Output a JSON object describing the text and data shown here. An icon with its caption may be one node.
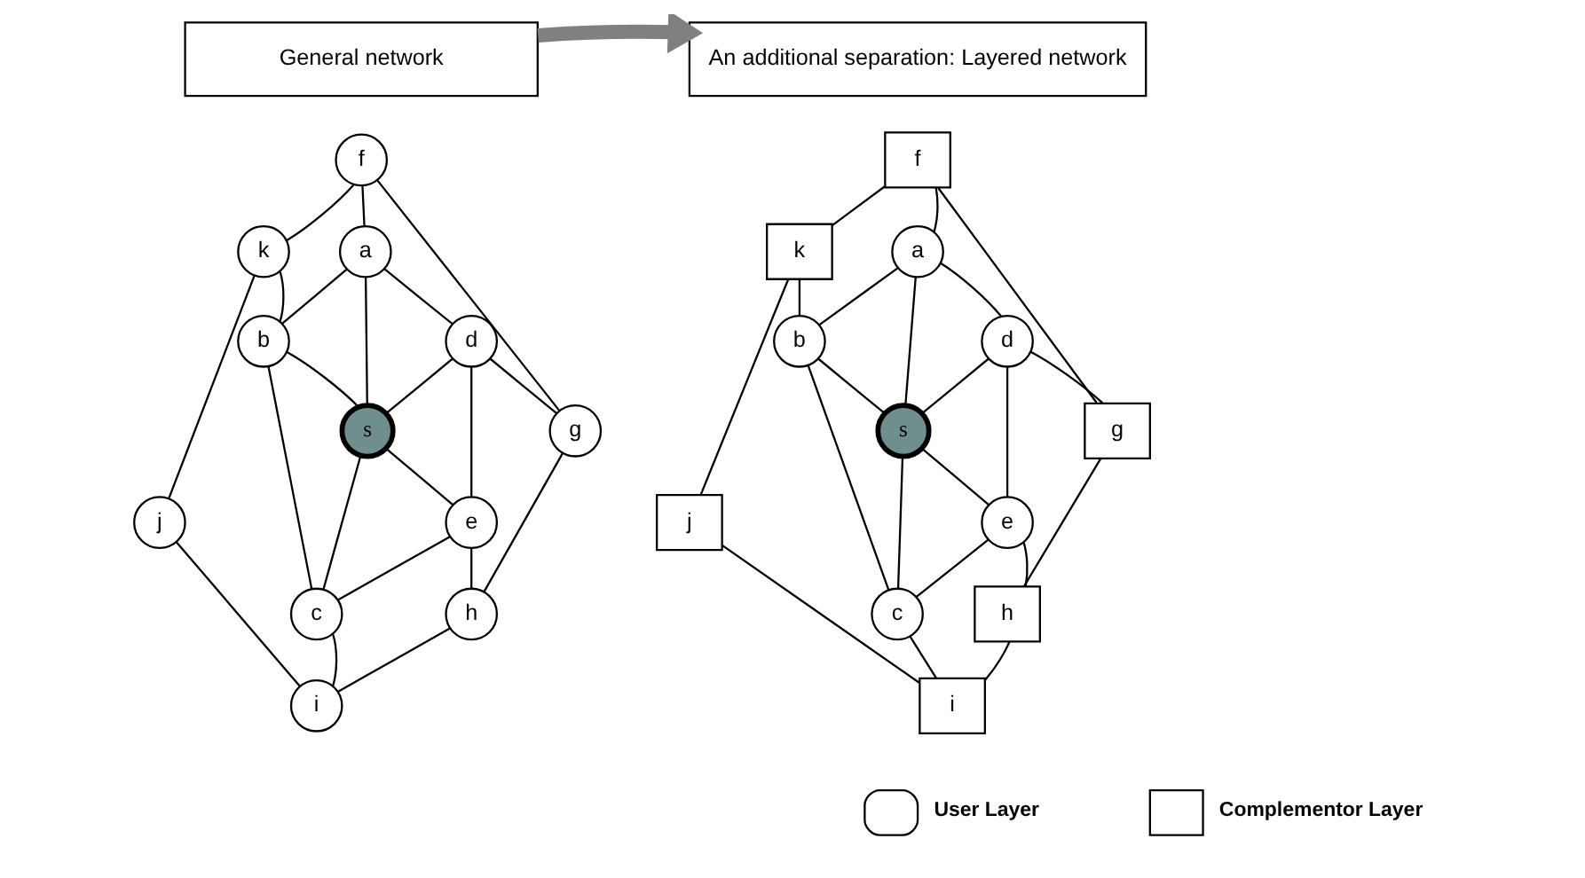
{
  "diagram": {
    "nodes": [
      {
        "text": [
          "General network"
        ]
      },
      {
        "text": [
          "An additional separation: Layered network"
        ]
      },
      {
        "text": [
          "f"
        ]
      },
      {
        "text": [
          "a"
        ]
      },
      {
        "text": [
          "k"
        ]
      },
      {
        "text": [
          "b"
        ]
      },
      {
        "text": [
          "d"
        ]
      },
      {
        "text": [
          "g"
        ]
      },
      {
        "text": [
          "s"
        ]
      },
      {
        "text": [
          "j"
        ]
      },
      {
        "text": [
          "e"
        ]
      },
      {
        "text": [
          "c"
        ]
      },
      {
        "text": [
          "h"
        ]
      },
      {
        "text": [
          "i"
        ]
      },
      {
        "text": [
          "f"
        ]
      },
      {
        "text": [
          "a"
        ]
      },
      {
        "text": [
          "k"
        ]
      },
      {
        "text": [
          "b"
        ]
      },
      {
        "text": [
          "d"
        ]
      },
      {
        "text": [
          "g"
        ]
      },
      {
        "text": [
          "s"
        ]
      },
      {
        "text": [
          "j"
        ]
      },
      {
        "text": [
          "e"
        ]
      },
      {
        "text": [
          "c"
        ]
      },
      {
        "text": [
          "h"
        ]
      },
      {
        "text": [
          "i"
        ]
      }
    ],
    "edges": [
      {
        "from": 0,
        "to": 1,
        "arrow": "to",
        "style": "thick",
        "color": "#808080"
      },
      {
        "from": 2,
        "to": 4,
        "arrow": "none"
      },
      {
        "from": 2,
        "to": 3,
        "arrow": "none"
      },
      {
        "from": 2,
        "to": 7,
        "arrow": "none"
      },
      {
        "from": 4,
        "to": 5,
        "arrow": "none"
      },
      {
        "from": 4,
        "to": 9,
        "arrow": "none"
      },
      {
        "from": 3,
        "to": 5,
        "arrow": "none"
      },
      {
        "from": 3,
        "to": 8,
        "arrow": "none"
      },
      {
        "from": 3,
        "to": 6,
        "arrow": "none"
      },
      {
        "from": 5,
        "to": 8,
        "arrow": "none"
      },
      {
        "from": 5,
        "to": 11,
        "arrow": "none"
      },
      {
        "from": 6,
        "to": 8,
        "arrow": "none"
      },
      {
        "from": 6,
        "to": 7,
        "arrow": "none"
      },
      {
        "from": 6,
        "to": 10,
        "arrow": "none"
      },
      {
        "from": 8,
        "to": 10,
        "arrow": "none"
      },
      {
        "from": 8,
        "to": 11,
        "arrow": "none"
      },
      {
        "from": 11,
        "to": 10,
        "arrow": "none"
      },
      {
        "from": 10,
        "to": 12,
        "arrow": "none"
      },
      {
        "from": 7,
        "to": 12,
        "arrow": "none"
      },
      {
        "from": 11,
        "to": 13,
        "arrow": "none"
      },
      {
        "from": 9,
        "to": 13,
        "arrow": "none"
      },
      {
        "from": 13,
        "to": 12,
        "arrow": "none"
      },
      {
        "from": 14,
        "to": 16,
        "arrow": "none"
      },
      {
        "from": 14,
        "to": 15,
        "arrow": "none"
      },
      {
        "from": 14,
        "to": 19,
        "arrow": "none"
      },
      {
        "from": 16,
        "to": 17,
        "arrow": "none"
      },
      {
        "from": 16,
        "to": 21,
        "arrow": "none"
      },
      {
        "from": 15,
        "to": 17,
        "arrow": "none"
      },
      {
        "from": 15,
        "to": 20,
        "arrow": "none"
      },
      {
        "from": 15,
        "to": 18,
        "arrow": "none"
      },
      {
        "from": 17,
        "to": 20,
        "arrow": "none"
      },
      {
        "from": 17,
        "to": 23,
        "arrow": "none"
      },
      {
        "from": 18,
        "to": 20,
        "arrow": "none"
      },
      {
        "from": 18,
        "to": 19,
        "arrow": "none"
      },
      {
        "from": 18,
        "to": 22,
        "arrow": "none"
      },
      {
        "from": 20,
        "to": 22,
        "arrow": "none"
      },
      {
        "from": 20,
        "to": 23,
        "arrow": "none"
      },
      {
        "from": 23,
        "to": 22,
        "arrow": "none"
      },
      {
        "from": 22,
        "to": 24,
        "arrow": "none"
      },
      {
        "from": 19,
        "to": 24,
        "arrow": "none"
      },
      {
        "from": 23,
        "to": 25,
        "arrow": "none"
      },
      {
        "from": 21,
        "to": 25,
        "arrow": "none"
      },
      {
        "from": 25,
        "to": 24,
        "arrow": "none"
      }
    ],
    "legend": [
      {
        "text": "User Layer"
      },
      {
        "text": "Complementor Layer"
      }
    ]
  }
}
